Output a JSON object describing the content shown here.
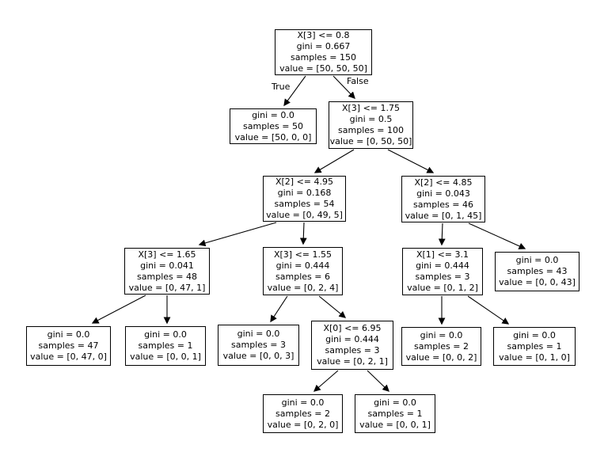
{
  "tree": {
    "type": "decision-tree",
    "edge_labels": {
      "true_branch": "True",
      "false_branch": "False"
    },
    "colors": {
      "background": "#ffffff",
      "node_fill": "#ffffff",
      "node_border": "#000000",
      "edge": "#000000",
      "text": "#000000"
    },
    "nodes": [
      {
        "id": "root",
        "lines": [
          "X[3] <= 0.8",
          "gini = 0.667",
          "samples = 150",
          "value = [50, 50, 50]"
        ]
      },
      {
        "id": "l2-left-leaf",
        "lines": [
          "gini = 0.0",
          "samples = 50",
          "value = [50, 0, 0]"
        ]
      },
      {
        "id": "l2-right",
        "lines": [
          "X[3] <= 1.75",
          "gini = 0.5",
          "samples = 100",
          "value = [0, 50, 50]"
        ]
      },
      {
        "id": "l3-left",
        "lines": [
          "X[2] <= 4.95",
          "gini = 0.168",
          "samples = 54",
          "value = [0, 49, 5]"
        ]
      },
      {
        "id": "l3-right",
        "lines": [
          "X[2] <= 4.85",
          "gini = 0.043",
          "samples = 46",
          "value = [0, 1, 45]"
        ]
      },
      {
        "id": "l4-node-a",
        "lines": [
          "X[3] <= 1.65",
          "gini = 0.041",
          "samples = 48",
          "value = [0, 47, 1]"
        ]
      },
      {
        "id": "l4-node-b",
        "lines": [
          "X[3] <= 1.55",
          "gini = 0.444",
          "samples = 6",
          "value = [0, 2, 4]"
        ]
      },
      {
        "id": "l4-node-c",
        "lines": [
          "X[1] <= 3.1",
          "gini = 0.444",
          "samples = 3",
          "value = [0, 1, 2]"
        ]
      },
      {
        "id": "l4-leaf-d",
        "lines": [
          "gini = 0.0",
          "samples = 43",
          "value = [0, 0, 43]"
        ]
      },
      {
        "id": "l5-leaf-1",
        "lines": [
          "gini = 0.0",
          "samples = 47",
          "value = [0, 47, 0]"
        ]
      },
      {
        "id": "l5-leaf-2",
        "lines": [
          "gini = 0.0",
          "samples = 1",
          "value = [0, 0, 1]"
        ]
      },
      {
        "id": "l5-leaf-3",
        "lines": [
          "gini = 0.0",
          "samples = 3",
          "value = [0, 0, 3]"
        ]
      },
      {
        "id": "l5-node-e",
        "lines": [
          "X[0] <= 6.95",
          "gini = 0.444",
          "samples = 3",
          "value = [0, 2, 1]"
        ]
      },
      {
        "id": "l5-leaf-5",
        "lines": [
          "gini = 0.0",
          "samples = 2",
          "value = [0, 0, 2]"
        ]
      },
      {
        "id": "l5-leaf-6",
        "lines": [
          "gini = 0.0",
          "samples = 1",
          "value = [0, 1, 0]"
        ]
      },
      {
        "id": "l6-leaf-1",
        "lines": [
          "gini = 0.0",
          "samples = 2",
          "value = [0, 2, 0]"
        ]
      },
      {
        "id": "l6-leaf-2",
        "lines": [
          "gini = 0.0",
          "samples = 1",
          "value = [0, 0, 1]"
        ]
      }
    ],
    "edges": [
      {
        "from": "root",
        "to": "l2-left-leaf",
        "label": "True"
      },
      {
        "from": "root",
        "to": "l2-right",
        "label": "False"
      },
      {
        "from": "l2-right",
        "to": "l3-left"
      },
      {
        "from": "l2-right",
        "to": "l3-right"
      },
      {
        "from": "l3-left",
        "to": "l4-node-a"
      },
      {
        "from": "l3-left",
        "to": "l4-node-b"
      },
      {
        "from": "l3-right",
        "to": "l4-node-c"
      },
      {
        "from": "l3-right",
        "to": "l4-leaf-d"
      },
      {
        "from": "l4-node-a",
        "to": "l5-leaf-1"
      },
      {
        "from": "l4-node-a",
        "to": "l5-leaf-2"
      },
      {
        "from": "l4-node-b",
        "to": "l5-leaf-3"
      },
      {
        "from": "l4-node-b",
        "to": "l5-node-e"
      },
      {
        "from": "l4-node-c",
        "to": "l5-leaf-5"
      },
      {
        "from": "l4-node-c",
        "to": "l5-leaf-6"
      },
      {
        "from": "l5-node-e",
        "to": "l6-leaf-1"
      },
      {
        "from": "l5-node-e",
        "to": "l6-leaf-2"
      }
    ]
  }
}
